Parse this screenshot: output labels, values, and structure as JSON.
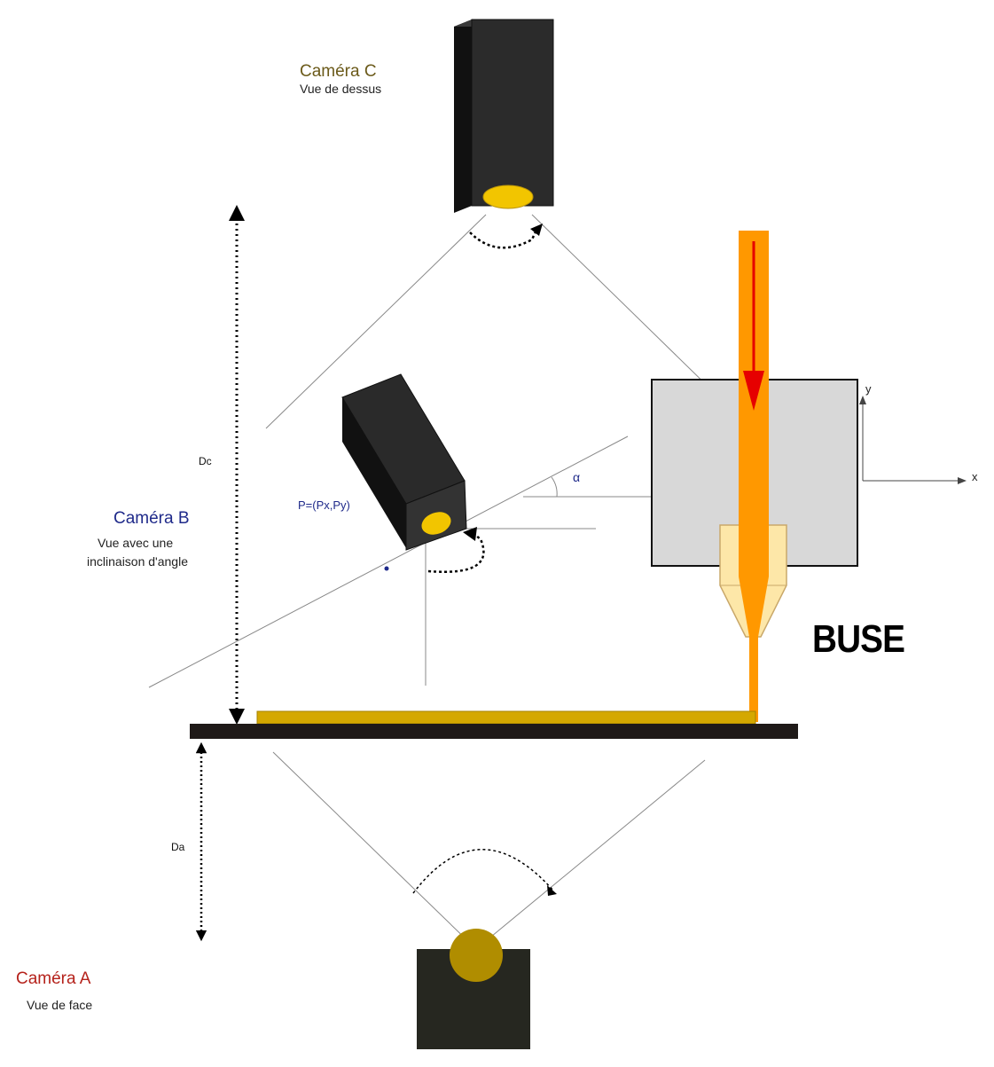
{
  "colors": {
    "camera_body": "#2b2b2b",
    "camera_body_dark": "#1a1a1a",
    "lens_yellow": "#f2c500",
    "lens_olive": "#b08d00",
    "filament_orange": "#ff9800",
    "flow_arrow_red": "#e60000",
    "nozzle_cream": "#fde7a8",
    "head_grey": "#d8d8d8",
    "bed": "#1f1a18",
    "deposit_gold": "#d4a800",
    "camera_a_color": "#b5221b",
    "camera_b_color": "#1f2a8a",
    "camera_c_color": "#6b5a1a"
  },
  "camera_c": {
    "title": "Caméra C",
    "subtitle": "Vue de dessus"
  },
  "camera_b": {
    "title": "Caméra B",
    "subtitle_line1": "Vue avec une",
    "subtitle_line2": "inclinaison d'angle"
  },
  "camera_a": {
    "title": "Caméra A",
    "subtitle": "Vue de face"
  },
  "labels": {
    "point_p": "P=(Px,Py)",
    "alpha": "α",
    "dc": "Dc",
    "da": "Da",
    "axis_x": "x",
    "axis_y": "y",
    "nozzle": "BUSE"
  }
}
